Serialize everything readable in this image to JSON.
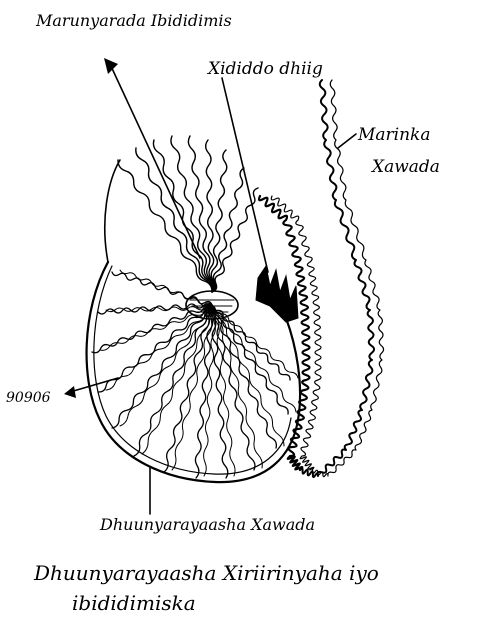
{
  "labels": {
    "top": "Marunyarada Ibididimis",
    "duct": "Xididdo dhiig",
    "cord_1": "Marinka",
    "cord_2": "Xawada",
    "lobule": "90906",
    "bottom_1": "Dhuunyarayaasha Xawada",
    "bottom_2": "Dhuunyarayaasha Xiriirinyaha iyo",
    "bottom_3": "ibididimiska"
  },
  "colors": {
    "ink": "#000000",
    "paper": "#ffffff"
  }
}
